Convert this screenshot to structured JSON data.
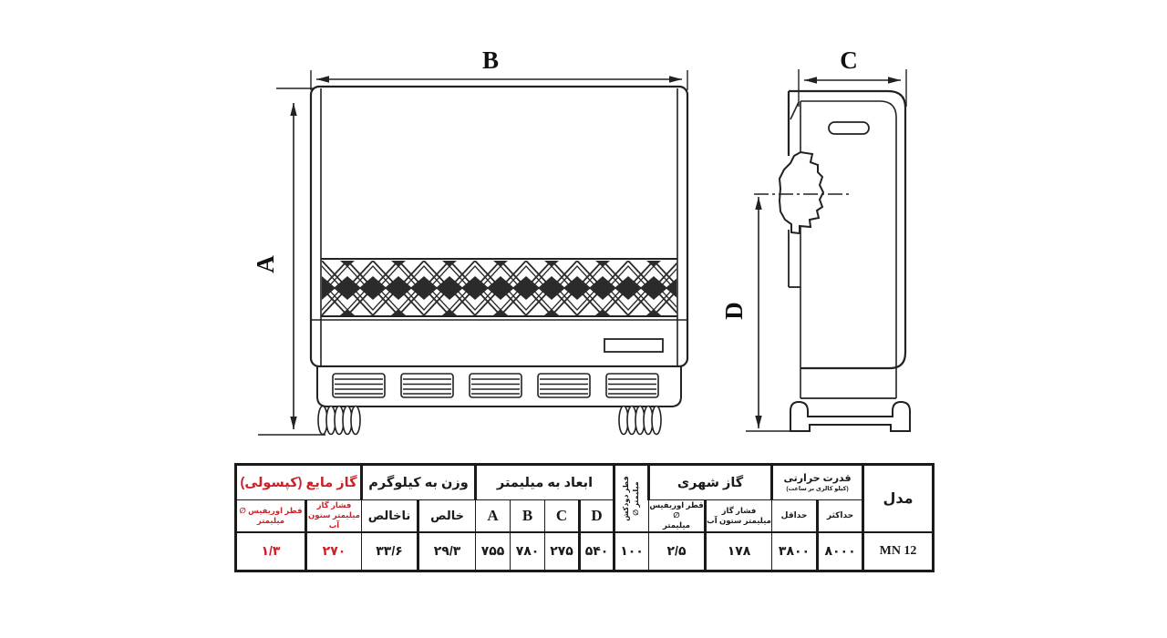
{
  "colors": {
    "accent_red": "#cc2128",
    "ink": "#1a1a1a"
  },
  "dim_letters": {
    "a": "A",
    "b": "B",
    "c": "C",
    "d": "D"
  },
  "table": {
    "model": {
      "header": "مدل",
      "value": "MN 12"
    },
    "heat": {
      "title": "قدرت حرارتی",
      "subtitle": "(کیلو کالری بر ساعت)",
      "max_label": "حداکثر",
      "min_label": "حداقل",
      "max_value": "۸۰۰۰",
      "min_value": "۳۸۰۰"
    },
    "city_gas": {
      "title": "گاز شهری",
      "pressure_label_1": "فشار گاز",
      "pressure_label_2": "میلیمتر ستون آب",
      "pressure_value": "۱۷۸",
      "orifice_label_1": "قطر اوریفیس ∅",
      "orifice_label_2": "میلیمتر",
      "orifice_value": "۲/۵"
    },
    "chimney": {
      "label_1": "قطر دودکش",
      "label_2": "میلیمتر",
      "symbol": "∅",
      "value": "۱۰۰"
    },
    "dimensions": {
      "title": "ابعاد به میلیمتر",
      "a_value": "۷۵۵",
      "b_value": "۷۸۰",
      "c_value": "۲۷۵",
      "d_value": "۵۴۰"
    },
    "weight": {
      "title": "وزن به کیلوگرم",
      "net_label": "خالص",
      "gross_label": "ناخالص",
      "net_value": "۲۹/۳",
      "gross_value": "۳۳/۶"
    },
    "lpg": {
      "title": "گاز مایع (کپسولی)",
      "pressure_label_1": "فشار گاز",
      "pressure_label_2": "میلیمتر ستون آب",
      "pressure_value": "۲۷۰",
      "orifice_label_1": "قطر اوریفیس ∅",
      "orifice_label_2": "میلیمتر",
      "orifice_value": "۱/۳"
    }
  }
}
